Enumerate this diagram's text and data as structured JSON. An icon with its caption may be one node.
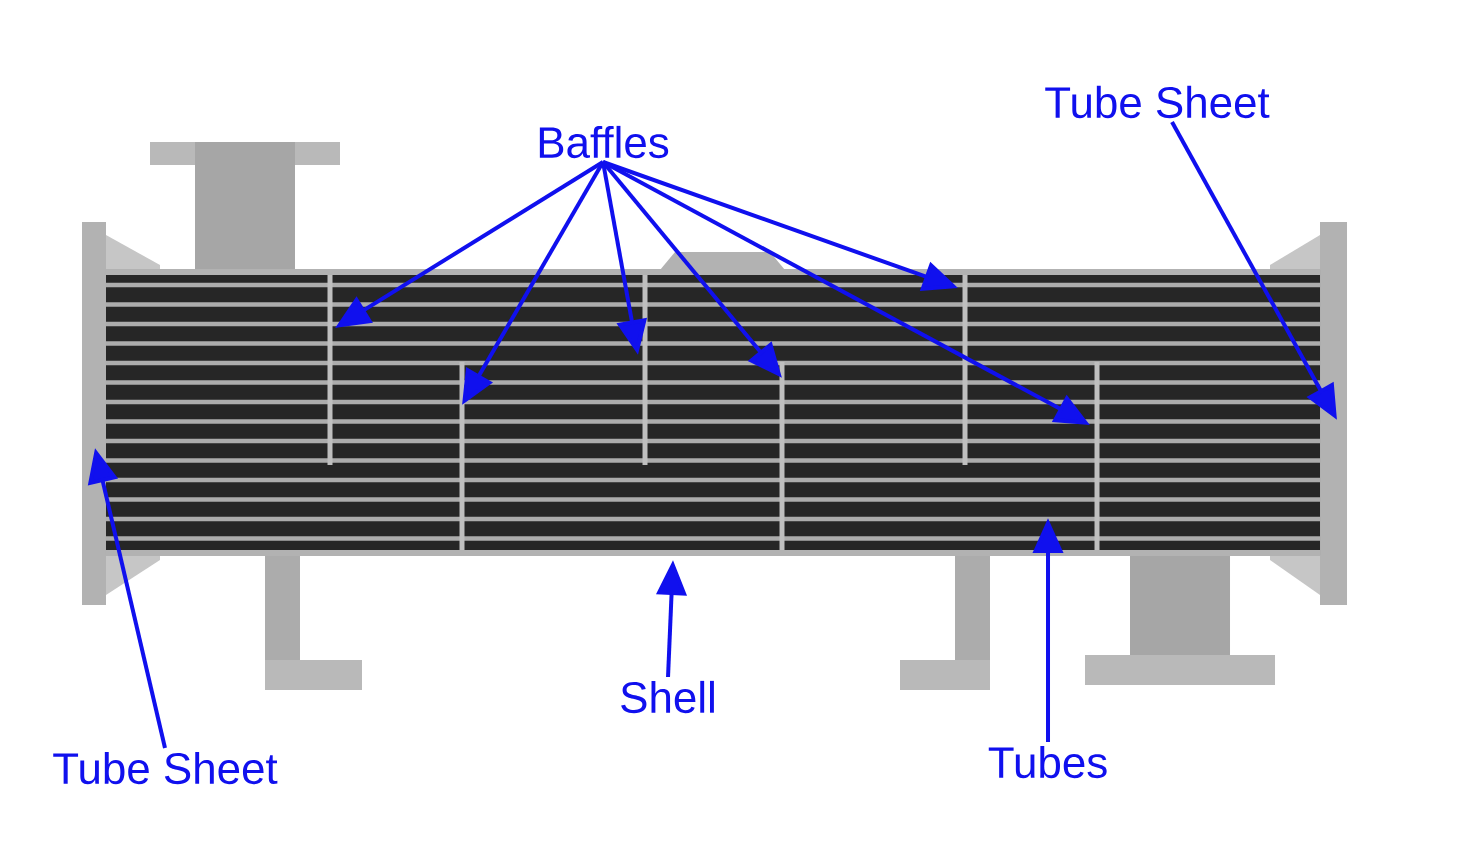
{
  "diagram": {
    "nodes": [
      {
        "text": [
          "Baffles"
        ]
      },
      {
        "text": [
          "Tube Sheet"
        ]
      },
      {
        "text": [
          "Tube Sheet"
        ]
      },
      {
        "text": [
          "Shell"
        ]
      },
      {
        "text": [
          "Tubes"
        ]
      }
    ],
    "edges": [
      {
        "from": 0,
        "to": null,
        "arrow": "to"
      },
      {
        "from": 0,
        "to": null,
        "arrow": "to"
      },
      {
        "from": 0,
        "to": null,
        "arrow": "to"
      },
      {
        "from": 0,
        "to": null,
        "arrow": "to"
      },
      {
        "from": 0,
        "to": null,
        "arrow": "to"
      },
      {
        "from": 0,
        "to": null,
        "arrow": "to"
      },
      {
        "from": 1,
        "to": null,
        "arrow": "to"
      },
      {
        "from": 2,
        "to": null,
        "arrow": "to"
      },
      {
        "from": 3,
        "to": null,
        "arrow": "to"
      },
      {
        "from": 4,
        "to": null,
        "arrow": "to"
      }
    ]
  }
}
